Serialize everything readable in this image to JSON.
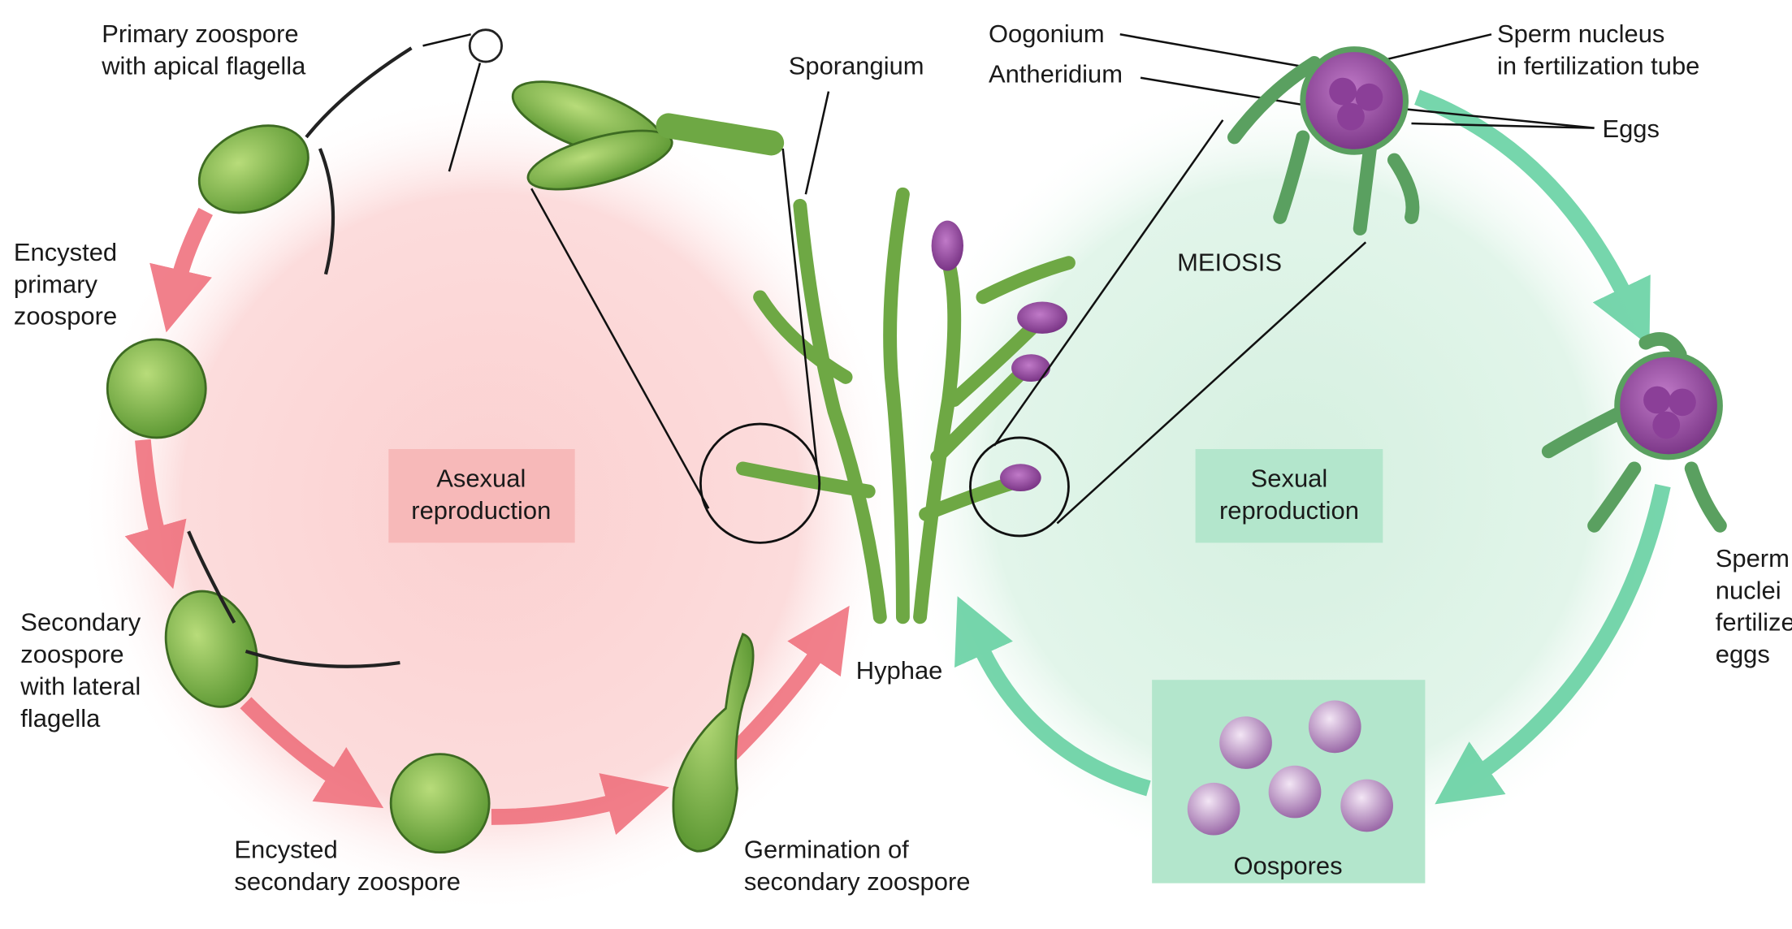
{
  "labels": {
    "primary_zoospore": [
      "Primary zoospore",
      "with apical flagella"
    ],
    "encysted_primary": [
      "Encysted",
      "primary",
      "zoospore"
    ],
    "secondary_zoospore": [
      "Secondary",
      "zoospore",
      "with lateral",
      "flagella"
    ],
    "encysted_secondary": [
      "Encysted",
      "secondary zoospore"
    ],
    "germination": [
      "Germination of",
      "secondary zoospore"
    ],
    "sporangium": "Sporangium",
    "hyphae": "Hyphae",
    "oogonium": "Oogonium",
    "antheridium": "Antheridium",
    "sperm_nucleus": [
      "Sperm nucleus",
      "in fertilization tube"
    ],
    "eggs": "Eggs",
    "meiosis": "MEIOSIS",
    "sperm_nuclei": [
      "Sperm",
      "nuclei",
      "fertilize",
      "eggs"
    ],
    "oospores": "Oospores",
    "asexual": [
      "Asexual",
      "reproduction"
    ],
    "sexual": [
      "Sexual",
      "reproduction"
    ]
  },
  "colors": {
    "asexual_bg": "#fbd6d6",
    "asexual_box": "#f7b9b9",
    "asexual_arrow": "#ef6b78",
    "sexual_bg": "#dcf3e6",
    "sexual_box": "#b3e6cc",
    "sexual_arrow": "#5fcf9e",
    "cell_green": "#8cc04f",
    "purple": "#9b4fa5"
  }
}
